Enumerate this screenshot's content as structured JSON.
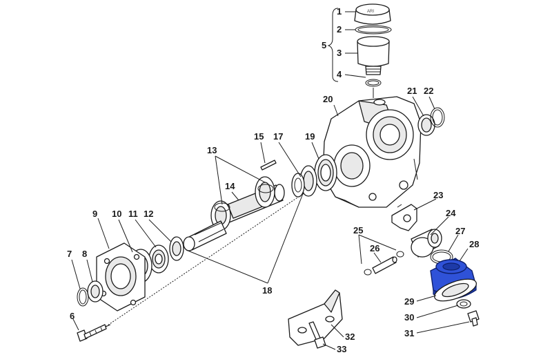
{
  "diagram": {
    "highlight_color": "#2f52d8",
    "line_color": "#1a1a1a",
    "labels": [
      "1",
      "2",
      "3",
      "4",
      "5",
      "6",
      "7",
      "8",
      "9",
      "10",
      "11",
      "12",
      "13",
      "14",
      "15",
      "17",
      "18",
      "19",
      "20",
      "21",
      "22",
      "23",
      "24",
      "25",
      "26",
      "27",
      "28",
      "29",
      "30",
      "31",
      "32",
      "33"
    ]
  }
}
